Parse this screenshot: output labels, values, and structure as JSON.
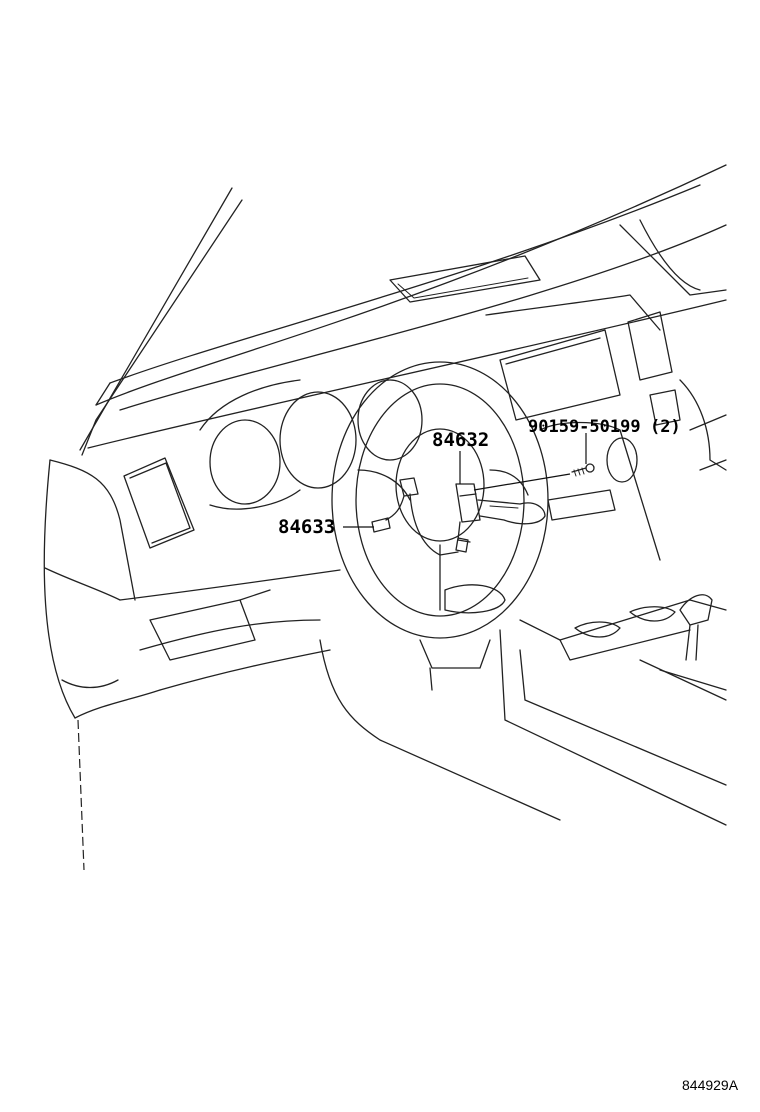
{
  "parts": {
    "main_part": "84632",
    "harness": "84633",
    "screw": "90159-50199",
    "screw_qty": "(2)"
  },
  "figure_id": "844929A"
}
